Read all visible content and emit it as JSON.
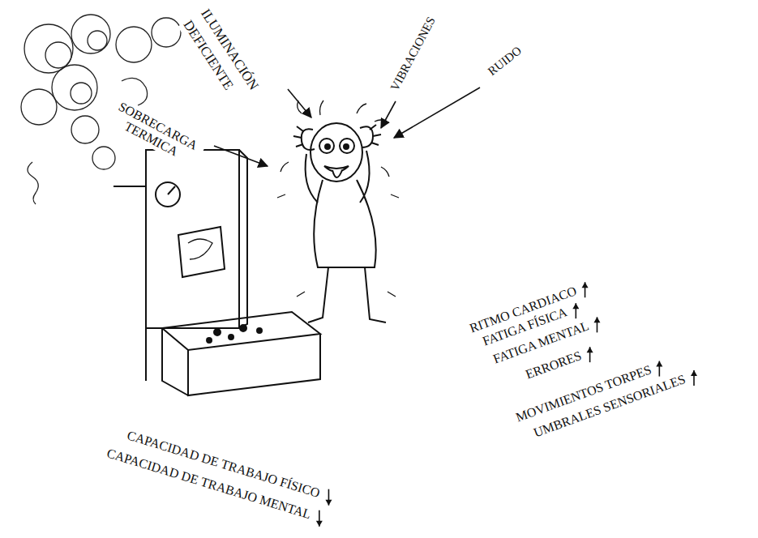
{
  "diagram": {
    "labels": [
      "ILUMINACIÓN DEFICIENTE",
      "VIBRACIONES",
      "RUIDO",
      "SOBRECARGA TERMICA",
      "RITMO CARDIACO",
      "FATIGA FÍSICA",
      "FATIGA MENTAL",
      "ERRORES",
      "MOVIMIENTOS TORPES",
      "UMBRALES SENSORIALES",
      "CAPACIDAD DE TRABAJO FÍSICO",
      "CAPACIDAD DE TRABAJO MENTAL"
    ]
  }
}
